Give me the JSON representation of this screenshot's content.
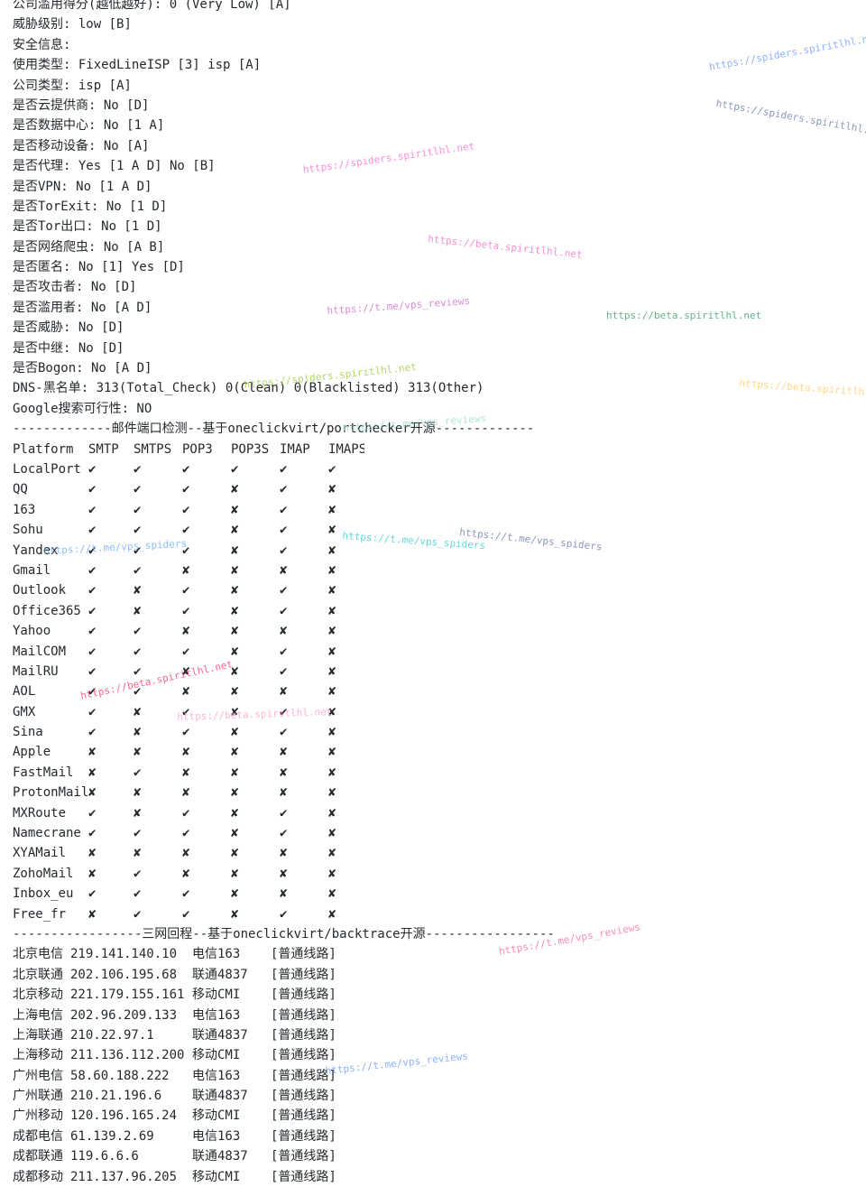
{
  "info_lines": [
    "公司滥用得分(越低越好): 0 (Very Low) [A]",
    "威胁级别: low [B]",
    "安全信息:",
    "使用类型: FixedLineISP [3] isp [A]",
    "公司类型: isp [A]",
    "是否云提供商: No [D]",
    "是否数据中心: No [1 A]",
    "是否移动设备: No [A]",
    "是否代理: Yes [1 A D] No [B]",
    "是否VPN: No [1 A D]",
    "是否TorExit: No [1 D]",
    "是否Tor出口: No [1 D]",
    "是否网络爬虫: No [A B]",
    "是否匿名: No [1] Yes [D]",
    "是否攻击者: No [D]",
    "是否滥用者: No [A D]",
    "是否威胁: No [D]",
    "是否中继: No [D]",
    "是否Bogon: No [A D]",
    "DNS-黑名单: 313(Total_Check) 0(Clean) 0(Blacklisted) 313(Other)",
    "Google搜索可行性: NO"
  ],
  "mail_section": {
    "separator": "-------------邮件端口检测--基于oneclickvirt/portchecker开源-------------",
    "headers": [
      "Platform",
      "SMTP",
      "SMTPS",
      "POP3",
      "POP3S",
      "IMAP",
      "IMAPS"
    ],
    "rows": [
      [
        "LocalPort",
        "✔",
        "✔",
        "✔",
        "✔",
        "✔",
        "✔"
      ],
      [
        "QQ",
        "✔",
        "✔",
        "✔",
        "✘",
        "✔",
        "✘"
      ],
      [
        "163",
        "✔",
        "✔",
        "✔",
        "✘",
        "✔",
        "✘"
      ],
      [
        "Sohu",
        "✔",
        "✔",
        "✔",
        "✘",
        "✔",
        "✘"
      ],
      [
        "Yandex",
        "✔",
        "✔",
        "✔",
        "✘",
        "✔",
        "✘"
      ],
      [
        "Gmail",
        "✔",
        "✔",
        "✘",
        "✘",
        "✘",
        "✘"
      ],
      [
        "Outlook",
        "✔",
        "✘",
        "✔",
        "✘",
        "✔",
        "✘"
      ],
      [
        "Office365",
        "✔",
        "✘",
        "✔",
        "✘",
        "✔",
        "✘"
      ],
      [
        "Yahoo",
        "✔",
        "✔",
        "✘",
        "✘",
        "✘",
        "✘"
      ],
      [
        "MailCOM",
        "✔",
        "✔",
        "✔",
        "✘",
        "✔",
        "✘"
      ],
      [
        "MailRU",
        "✔",
        "✔",
        "✘",
        "✘",
        "✔",
        "✘"
      ],
      [
        "AOL",
        "✔",
        "✔",
        "✘",
        "✘",
        "✘",
        "✘"
      ],
      [
        "GMX",
        "✔",
        "✘",
        "✔",
        "✘",
        "✔",
        "✘"
      ],
      [
        "Sina",
        "✔",
        "✘",
        "✔",
        "✘",
        "✔",
        "✘"
      ],
      [
        "Apple",
        "✘",
        "✘",
        "✘",
        "✘",
        "✘",
        "✘"
      ],
      [
        "FastMail",
        "✘",
        "✔",
        "✘",
        "✘",
        "✘",
        "✘"
      ],
      [
        "ProtonMail",
        "✘",
        "✘",
        "✘",
        "✘",
        "✘",
        "✘"
      ],
      [
        "MXRoute",
        "✔",
        "✘",
        "✔",
        "✘",
        "✔",
        "✘"
      ],
      [
        "Namecrane",
        "✔",
        "✔",
        "✔",
        "✘",
        "✔",
        "✘"
      ],
      [
        "XYAMail",
        "✘",
        "✘",
        "✘",
        "✘",
        "✘",
        "✘"
      ],
      [
        "ZohoMail",
        "✘",
        "✔",
        "✘",
        "✘",
        "✘",
        "✘"
      ],
      [
        "Inbox_eu",
        "✔",
        "✔",
        "✔",
        "✘",
        "✘",
        "✘"
      ],
      [
        "Free_fr",
        "✘",
        "✔",
        "✔",
        "✘",
        "✔",
        "✘"
      ]
    ]
  },
  "route_section": {
    "separator": "-----------------三网回程--基于oneclickvirt/backtrace开源-----------------",
    "rows": [
      [
        "北京电信",
        "219.141.140.10",
        "电信163",
        "[普通线路]"
      ],
      [
        "北京联通",
        "202.106.195.68",
        "联通4837",
        "[普通线路]"
      ],
      [
        "北京移动",
        "221.179.155.161",
        "移动CMI",
        "[普通线路]"
      ],
      [
        "上海电信",
        "202.96.209.133",
        "电信163",
        "[普通线路]"
      ],
      [
        "上海联通",
        "210.22.97.1",
        "联通4837",
        "[普通线路]"
      ],
      [
        "上海移动",
        "211.136.112.200",
        "移动CMI",
        "[普通线路]"
      ],
      [
        "广州电信",
        "58.60.188.222",
        "电信163",
        "[普通线路]"
      ],
      [
        "广州联通",
        "210.21.196.6",
        "联通4837",
        "[普通线路]"
      ],
      [
        "广州移动",
        "120.196.165.24",
        "移动CMI",
        "[普通线路]"
      ],
      [
        "成都电信",
        "61.139.2.69",
        "电信163",
        "[普通线路]"
      ],
      [
        "成都联通",
        "119.6.6.6",
        "联通4837",
        "[普通线路]"
      ],
      [
        "成都移动",
        "211.137.96.205",
        "移动CMI",
        "[普通线路]"
      ]
    ]
  },
  "watermarks": [
    {
      "text": "https://spiders.spiritlhl.net",
      "color": "#ff66cc"
    },
    {
      "text": "https://spiders.spiritlhl.net",
      "color": "#6699ff"
    },
    {
      "text": "https://spiders.spiritlhl.net",
      "color": "#99cc33"
    },
    {
      "text": "https://spiders.spiritlhl.net",
      "color": "#6677aa"
    },
    {
      "text": "https://beta.spiritlhl.net",
      "color": "#ff66cc"
    },
    {
      "text": "https://beta.spiritlhl.net",
      "color": "#339966"
    },
    {
      "text": "https://beta.spiritlhl.net",
      "color": "#ffcc66"
    },
    {
      "text": "https://beta.spiritlhl.net",
      "color": "#ff3366"
    },
    {
      "text": "https://beta.spiritlhl.net",
      "color": "#ff99cc"
    },
    {
      "text": "https://t.me/vps_spiders",
      "color": "#66aaff"
    },
    {
      "text": "https://t.me/vps_spiders",
      "color": "#6677aa"
    },
    {
      "text": "https://t.me/vps_spiders",
      "color": "#33cccc"
    },
    {
      "text": "https://t.me/vps_reviews",
      "color": "#cc66cc"
    },
    {
      "text": "https://t.me/vps_reviews",
      "color": "#99ddcc"
    },
    {
      "text": "https://t.me/vps_reviews",
      "color": "#ff6699"
    },
    {
      "text": "https://t.me/vps_reviews",
      "color": "#6699ff"
    }
  ]
}
